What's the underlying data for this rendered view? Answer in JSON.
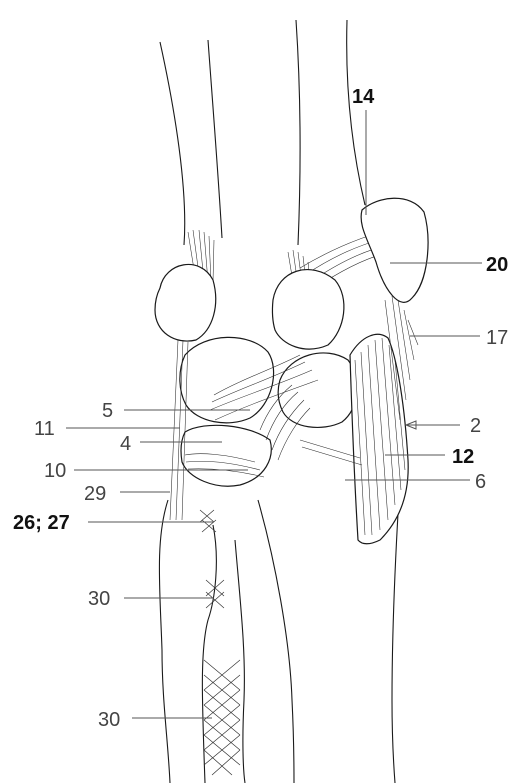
{
  "labels": {
    "l14": "14",
    "l20": "20",
    "l17": "17",
    "l5": "5",
    "l11": "11",
    "l4": "4",
    "l2": "2",
    "l12": "12",
    "l10": "10",
    "l6": "6",
    "l29": "29",
    "l26_27": "26; 27",
    "l30a": "30",
    "l30b": "30"
  }
}
